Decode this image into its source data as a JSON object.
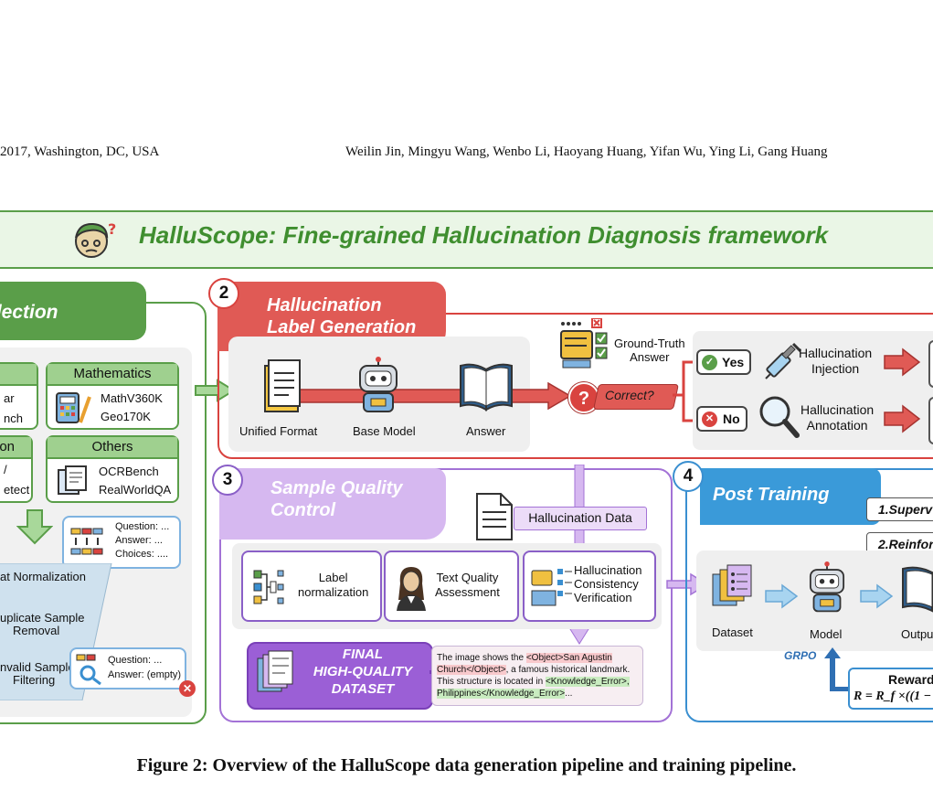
{
  "header": {
    "left": "2017, Washington, DC, USA",
    "right": "Weilin Jin, Mingyu Wang, Wenbo Li, Haoyang Huang, Yifan Wu, Ying Li, Gang Huang"
  },
  "figure": {
    "title": "HalluScope: Fine-grained Hallucination Diagnosis framework",
    "caption": "Figure 2: Overview of the HalluScope data generation pipeline and training pipeline."
  },
  "section1": {
    "title": "llection",
    "mathematics": {
      "title": "Mathematics",
      "items": [
        "MathV360K",
        "Geo170K"
      ]
    },
    "left_fragments": [
      "ar",
      "nch"
    ],
    "others": {
      "title": "Others",
      "items": [
        "OCRBench",
        "RealWorldQA"
      ]
    },
    "left_fragments2": [
      "on",
      "/",
      "etect"
    ],
    "sample1": {
      "question": "Question: ...",
      "answer": "Answer: ...",
      "choices": "Choices: ...."
    },
    "funnel": [
      "at Normalization",
      "uplicate Sample",
      "Removal",
      "nvalid Sample",
      "Filtering"
    ],
    "sample2": {
      "question": "Question: ...",
      "answer": "Answer: (empty)"
    }
  },
  "section2": {
    "number": "2",
    "title_line1": "Hallucination",
    "title_line2": "Label Generation",
    "unified_format": "Unified Format",
    "base_model": "Base Model",
    "answer": "Answer",
    "ground_truth_line1": "Ground-Truth",
    "ground_truth_line2": "Answer",
    "correct": "Correct?",
    "yes": "Yes",
    "no": "No",
    "injection_line1": "Hallucination",
    "injection_line2": "Injection",
    "annotation_line1": "Hallucination",
    "annotation_line2": "Annotation"
  },
  "section3": {
    "number": "3",
    "title_line1": "Sample Quality",
    "title_line2": "Control",
    "hallucination_data": "Hallucination Data",
    "label_norm_line1": "Label",
    "label_norm_line2": "normalization",
    "text_quality_line1": "Text Quality",
    "text_quality_line2": "Assessment",
    "consistency_line1": "Hallucination",
    "consistency_line2": "Consistency",
    "consistency_line3": "Verification",
    "final_line1": "FINAL",
    "final_line2": "HIGH-QUALITY",
    "final_line3": "DATASET",
    "example": {
      "t1": "The image shows the ",
      "t2": "<Object>San Agustin",
      "t3": "Church</Object>",
      "t4": ", a famous historical landmark.",
      "t5": "This structure is located in ",
      "t6": "<Knowledge_Error>,",
      "t7": "Philippines</Knowledge_Error>",
      "t8": "..."
    }
  },
  "section4": {
    "number": "4",
    "title": "Post Training",
    "stage1": "1.Superv",
    "stage2": "2.Reinfor",
    "dataset": "Dataset",
    "model": "Model",
    "output": "Outpu",
    "grpo": "GRPO",
    "reward": "Reward",
    "formula": "R = R_f ×((1 −"
  },
  "colors": {
    "green": "#5a9e49",
    "red": "#d9433f",
    "purple": "#b38ad9",
    "blue": "#3a8fd0"
  }
}
